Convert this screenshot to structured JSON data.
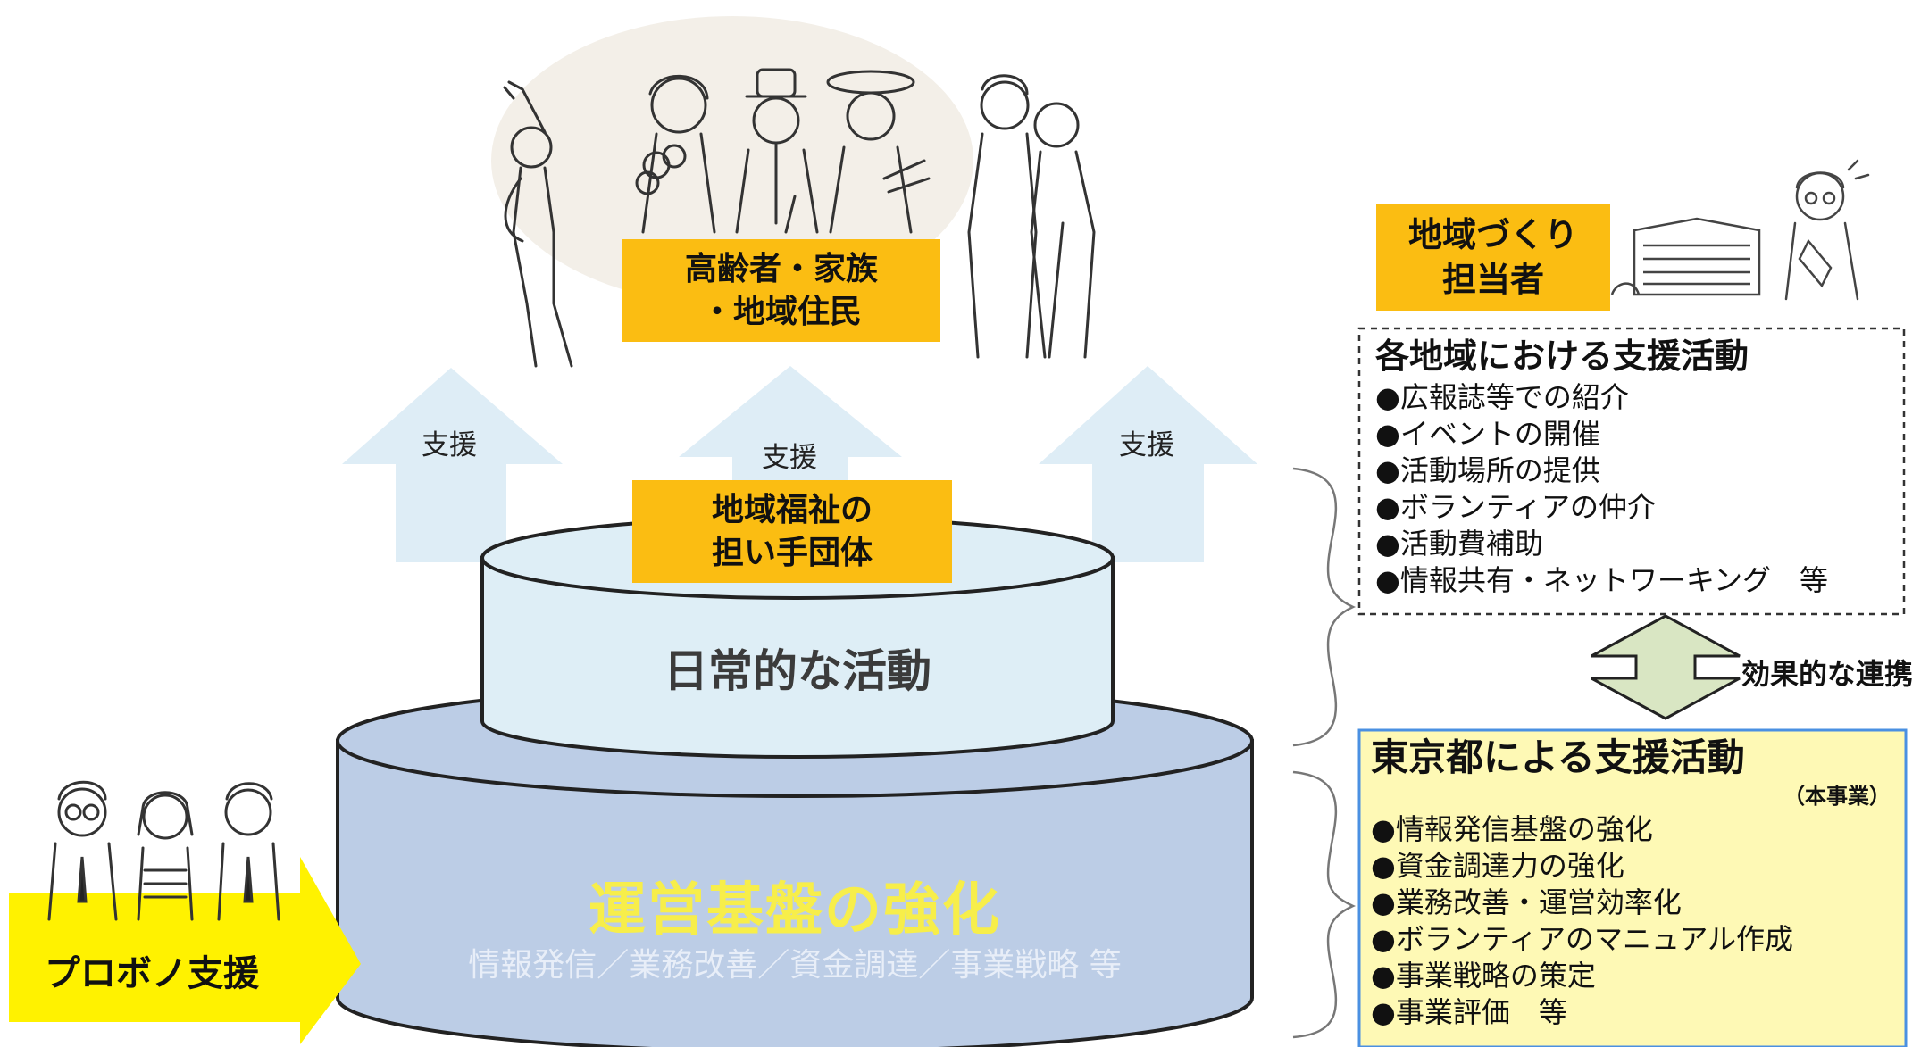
{
  "top_group": {
    "line1": "高齢者・家族",
    "line2": "・地域住民"
  },
  "support_labels": [
    "支援",
    "支援",
    "支援"
  ],
  "organizations": {
    "line1": "地域福祉の",
    "line2": "担い手団体"
  },
  "daily_activity": "日常的な活動",
  "base": {
    "title": "運営基盤の強化",
    "subtitle": "情報発信／業務改善／資金調達／事業戦略 等"
  },
  "probono": "プロボノ支援",
  "regional_staff": {
    "line1": "地域づくり",
    "line2": "担当者"
  },
  "regional_support": {
    "title": "各地域における支援活動",
    "items": [
      "広報誌等での紹介",
      "イベントの開催",
      "活動場所の提供",
      "ボランティアの仲介",
      "活動費補助",
      "情報共有・ネットワーキング　等"
    ]
  },
  "collaboration": "効果的な連携",
  "tokyo_support": {
    "title": "東京都による支援活動",
    "note": "（本事業）",
    "items": [
      "情報発信基盤の強化",
      "資金調達力の強化",
      "業務改善・運営効率化",
      "ボランティアのマニュアル作成",
      "事業戦略の策定",
      "事業評価　等"
    ]
  },
  "colors": {
    "label_orange": "#fbbd12",
    "light_blue_arrow": "#deedf6",
    "cake_top": "#deeef6",
    "cake_bottom": "#bccde6",
    "base_title_yellow": "#f7ee4a",
    "probono_yellow": "#fff200",
    "tokyo_panel": "#fef9b5",
    "double_arrow": "#d9e6c3"
  }
}
